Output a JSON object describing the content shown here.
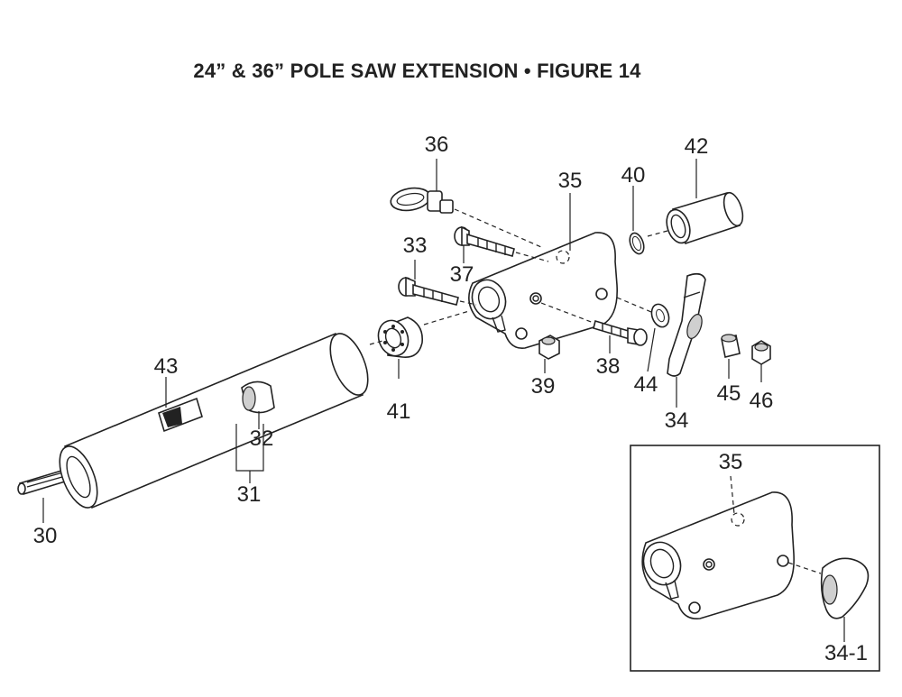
{
  "title": "24” & 36” POLE SAW EXTENSION • FIGURE 14",
  "labels": {
    "p30": "30",
    "p31": "31",
    "p32": "32",
    "p33": "33",
    "p34": "34",
    "p34_1": "34-1",
    "p35": "35",
    "p35_inset": "35",
    "p36": "36",
    "p37": "37",
    "p38": "38",
    "p39": "39",
    "p40": "40",
    "p41": "41",
    "p42": "42",
    "p43": "43",
    "p44": "44",
    "p45": "45",
    "p46": "46"
  }
}
